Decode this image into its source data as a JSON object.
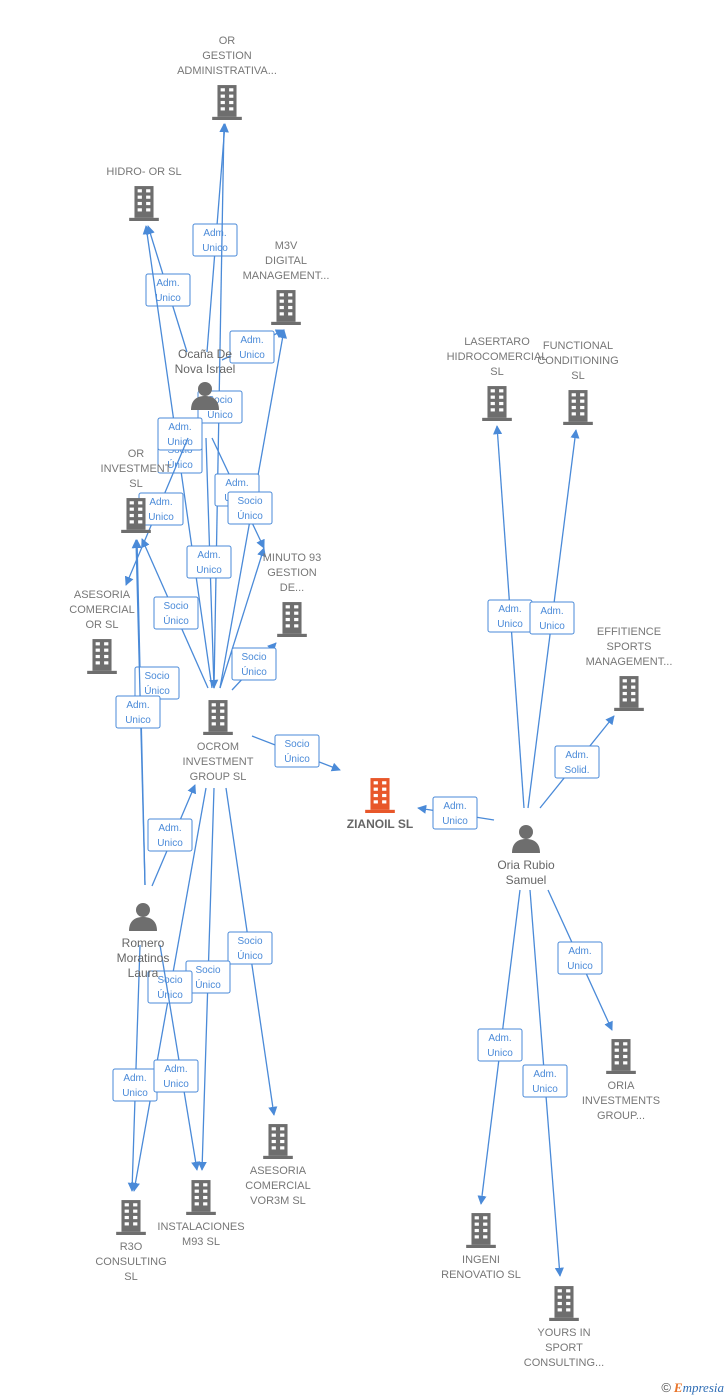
{
  "diagram": {
    "colors": {
      "edge": "#4a8ad8",
      "building": "#6e6e6e",
      "main_building": "#e8572a",
      "person": "#6e6e6e",
      "label": "#777777"
    },
    "nodes": [
      {
        "id": "or_gestion",
        "kind": "company",
        "lines": [
          "OR",
          "GESTION",
          "ADMINISTRATIVA..."
        ]
      },
      {
        "id": "hidro_or",
        "kind": "company",
        "lines": [
          "HIDRO- OR  SL"
        ]
      },
      {
        "id": "m3v",
        "kind": "company",
        "lines": [
          "M3V",
          "DIGITAL",
          "MANAGEMENT..."
        ]
      },
      {
        "id": "ocana",
        "kind": "person",
        "lines": [
          "Ocaña De",
          "Nova Israel"
        ]
      },
      {
        "id": "or_investment",
        "kind": "company",
        "lines": [
          "OR",
          "INVESTMENT",
          "SL"
        ]
      },
      {
        "id": "minuto93",
        "kind": "company",
        "lines": [
          "MINUTO 93",
          "GESTION",
          "DE..."
        ]
      },
      {
        "id": "asesoria_or",
        "kind": "company",
        "lines": [
          "ASESORIA",
          "COMERCIAL",
          "OR  SL"
        ]
      },
      {
        "id": "ocrom",
        "kind": "company",
        "lines": [
          "OCROM",
          "INVESTMENT",
          "GROUP  SL"
        ]
      },
      {
        "id": "zianoil",
        "kind": "main",
        "lines": [
          "ZIANOIL  SL"
        ]
      },
      {
        "id": "lasertaro",
        "kind": "company",
        "lines": [
          "LASERTARO",
          "HIDROCOMERCIAL",
          "SL"
        ]
      },
      {
        "id": "functional",
        "kind": "company",
        "lines": [
          "FUNCTIONAL",
          "CONDITIONING",
          "SL"
        ]
      },
      {
        "id": "effitience",
        "kind": "company",
        "lines": [
          "EFFITIENCE",
          "SPORTS",
          "MANAGEMENT..."
        ]
      },
      {
        "id": "oria",
        "kind": "person",
        "lines": [
          "Oria Rubio",
          "Samuel"
        ]
      },
      {
        "id": "romero",
        "kind": "person",
        "lines": [
          "Romero",
          "Moratinos",
          "Laura"
        ]
      },
      {
        "id": "oria_inv",
        "kind": "company",
        "lines": [
          "ORIA",
          "INVESTMENTS",
          "GROUP..."
        ]
      },
      {
        "id": "asesoria_vor",
        "kind": "company",
        "lines": [
          "ASESORIA",
          "COMERCIAL",
          "VOR3M  SL"
        ]
      },
      {
        "id": "r3o",
        "kind": "company",
        "lines": [
          "R3O",
          "CONSULTING",
          "SL"
        ]
      },
      {
        "id": "instalaciones",
        "kind": "company",
        "lines": [
          "INSTALACIONES",
          "M93  SL"
        ]
      },
      {
        "id": "ingeni",
        "kind": "company",
        "lines": [
          "INGENI",
          "RENOVATIO  SL"
        ]
      },
      {
        "id": "yours",
        "kind": "company",
        "lines": [
          "YOURS IN",
          "SPORT",
          "CONSULTING..."
        ]
      }
    ],
    "edges": [
      {
        "from": "ocana",
        "to": "or_gestion",
        "label": [
          "Adm.",
          "Unico"
        ]
      },
      {
        "from": "ocana",
        "to": "hidro_or",
        "label": [
          "Adm.",
          "Unico"
        ]
      },
      {
        "from": "ocana",
        "to": "m3v",
        "label": [
          "Adm.",
          "Unico"
        ]
      },
      {
        "from": "ocrom",
        "to": "or_gestion",
        "label": [
          "Socio",
          "Único"
        ]
      },
      {
        "from": "ocrom",
        "to": "hidro_or",
        "label": [
          "Socio",
          "Único"
        ]
      },
      {
        "from": "ocrom",
        "to": "m3v",
        "label": [
          "Adm.",
          "Unico"
        ]
      },
      {
        "from": "ocana",
        "to": "minuto93",
        "label": [
          "Adm.",
          "Unico"
        ]
      },
      {
        "from": "ocana",
        "to": "ocrom",
        "label": [
          "Adm.",
          "Unico"
        ]
      },
      {
        "from": "ocrom",
        "to": "minuto93",
        "label": [
          "Socio",
          "Único"
        ]
      },
      {
        "from": "ocana",
        "to": "asesoria_or",
        "label": [
          "Adm.",
          "Unico"
        ]
      },
      {
        "from": "ocrom",
        "to": "or_investment",
        "label": [
          "Socio",
          "Único"
        ]
      },
      {
        "from": "ocrom",
        "to": "minuto93",
        "label": [
          "Socio",
          "Único"
        ]
      },
      {
        "from": "romero",
        "to": "or_investment",
        "label": [
          "Socio",
          "Único"
        ]
      },
      {
        "from": "romero",
        "to": "or_investment",
        "label": [
          "Adm.",
          "Unico"
        ]
      },
      {
        "from": "ocrom",
        "to": "zianoil",
        "label": [
          "Socio",
          "Único"
        ]
      },
      {
        "from": "romero",
        "to": "ocrom",
        "label": [
          "Adm.",
          "Unico"
        ]
      },
      {
        "from": "oria",
        "to": "zianoil",
        "label": [
          "Adm.",
          "Unico"
        ]
      },
      {
        "from": "oria",
        "to": "lasertaro",
        "label": [
          "Adm.",
          "Unico"
        ]
      },
      {
        "from": "oria",
        "to": "functional",
        "label": [
          "Adm.",
          "Unico"
        ]
      },
      {
        "from": "oria",
        "to": "effitience",
        "label": [
          "Adm.",
          "Solid."
        ]
      },
      {
        "from": "oria",
        "to": "oria_inv",
        "label": [
          "Adm.",
          "Unico"
        ]
      },
      {
        "from": "oria",
        "to": "ingeni",
        "label": [
          "Adm.",
          "Unico"
        ]
      },
      {
        "from": "oria",
        "to": "yours",
        "label": [
          "Adm.",
          "Unico"
        ]
      },
      {
        "from": "ocrom",
        "to": "asesoria_vor",
        "label": [
          "Socio",
          "Único"
        ]
      },
      {
        "from": "ocrom",
        "to": "instalaciones",
        "label": [
          "Socio",
          "Único"
        ]
      },
      {
        "from": "ocrom",
        "to": "r3o",
        "label": [
          "Socio",
          "Único"
        ]
      },
      {
        "from": "romero",
        "to": "r3o",
        "label": [
          "Adm.",
          "Unico"
        ]
      },
      {
        "from": "romero",
        "to": "instalaciones",
        "label": [
          "Adm.",
          "Unico"
        ]
      }
    ]
  },
  "footer": {
    "copyright": "©",
    "brand_first": "E",
    "brand_rest": "mpresia"
  }
}
